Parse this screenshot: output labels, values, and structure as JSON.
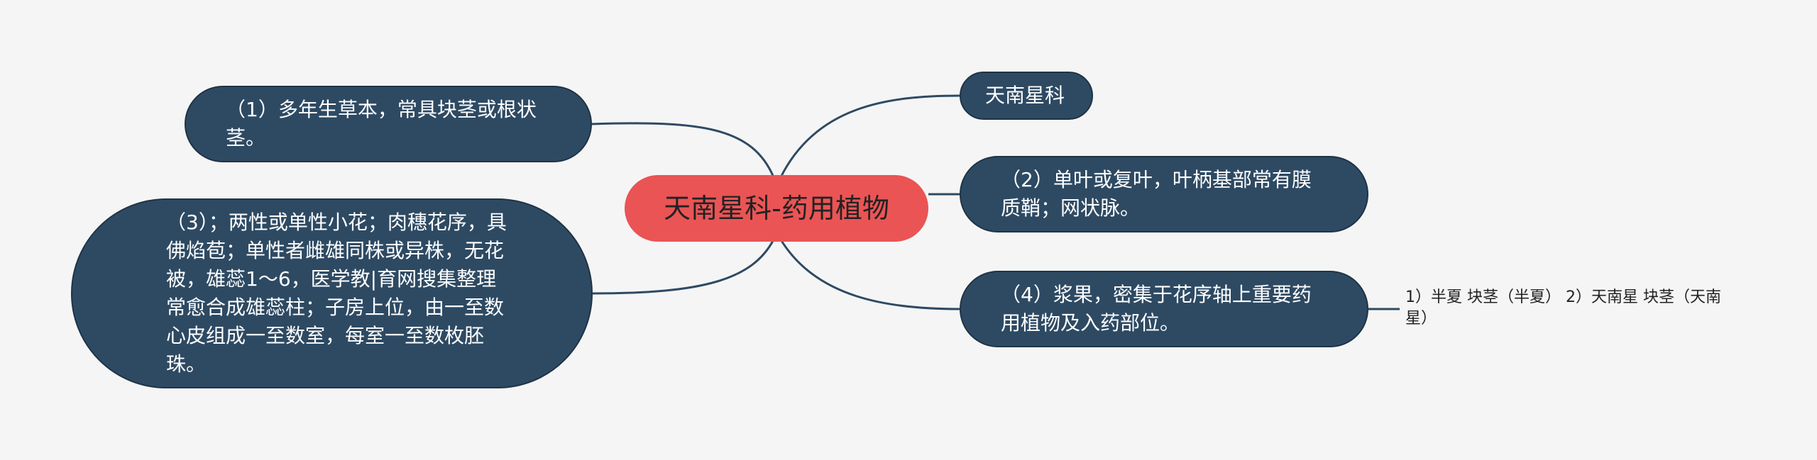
{
  "mindmap": {
    "root": "天南星科-药用植物",
    "left": [
      {
        "text": "（1）多年生草本，常具块茎或根状茎。"
      },
      {
        "text": "（3）；两性或单性小花；肉穗花序，具佛焰苞；单性者雌雄同株或异株，无花被，雄蕊1～6，医学教|育网搜集整理常愈合成雄蕊柱；子房上位，由一至数心皮组成一至数室，每室一至数枚胚珠。"
      }
    ],
    "right": [
      {
        "text": "天南星科"
      },
      {
        "text": "（2）单叶或复叶，叶柄基部常有膜质鞘；网状脉。"
      },
      {
        "text": "（4）浆果，密集于花序轴上重要药用植物及入药部位。",
        "child": "1）半夏 块茎（半夏） 2）天南星 块茎（天南星）"
      }
    ]
  },
  "colors": {
    "background": "#f5f5f5",
    "root": "#ea5455",
    "node": "#2e4a63",
    "node_text": "#ffffff",
    "line": "#2e4a63"
  }
}
